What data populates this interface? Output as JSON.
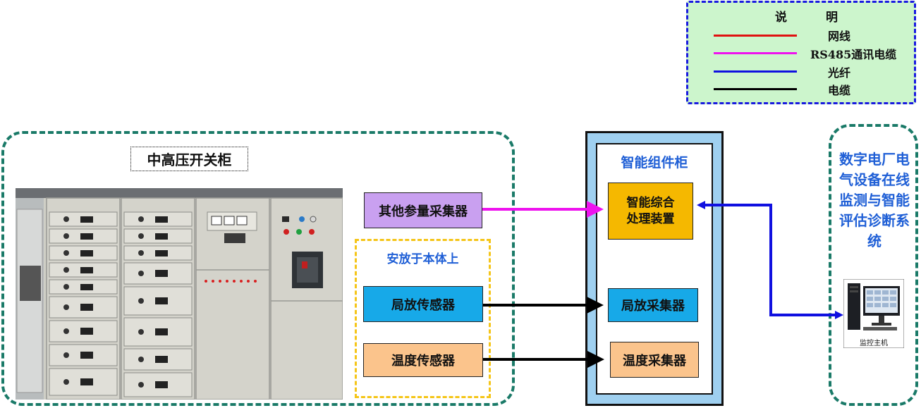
{
  "legend": {
    "title_left": "说",
    "title_right": "明",
    "items": [
      {
        "label": "网线",
        "color": "#e01010"
      },
      {
        "label": "RS485通讯电缆",
        "color": "#ee12ee"
      },
      {
        "label": "光纤",
        "color": "#1010e0"
      },
      {
        "label": "电缆",
        "color": "#000000"
      }
    ]
  },
  "switchgear": {
    "title": "中高压开关柜"
  },
  "sensors": {
    "other_collector": "其他参量采集器",
    "mount_title": "安放于本体上",
    "pd_sensor": "局放传感器",
    "temp_sensor": "温度传感器"
  },
  "cabinet": {
    "title": "智能组件柜",
    "processor": "智能综合\n处理装置",
    "pd_collector": "局放采集器",
    "temp_collector": "温度采集器"
  },
  "system": {
    "title": "数字电厂电气设备在线监测与智能评估诊断系统",
    "host_label": "监控主机"
  },
  "colors": {
    "dash_teal": "#1a7a68",
    "yellow_dash": "#f5c518",
    "legend_bg": "#ccf5cc",
    "legend_border": "#1a1ae0",
    "cabinet_blue": "#9fd0f0",
    "box_cyan": "#17a9e8",
    "box_purple": "#c9a0f0",
    "box_orange": "#fbc48c",
    "box_gold": "#f5b800",
    "title_blue": "#1f5fd6"
  }
}
